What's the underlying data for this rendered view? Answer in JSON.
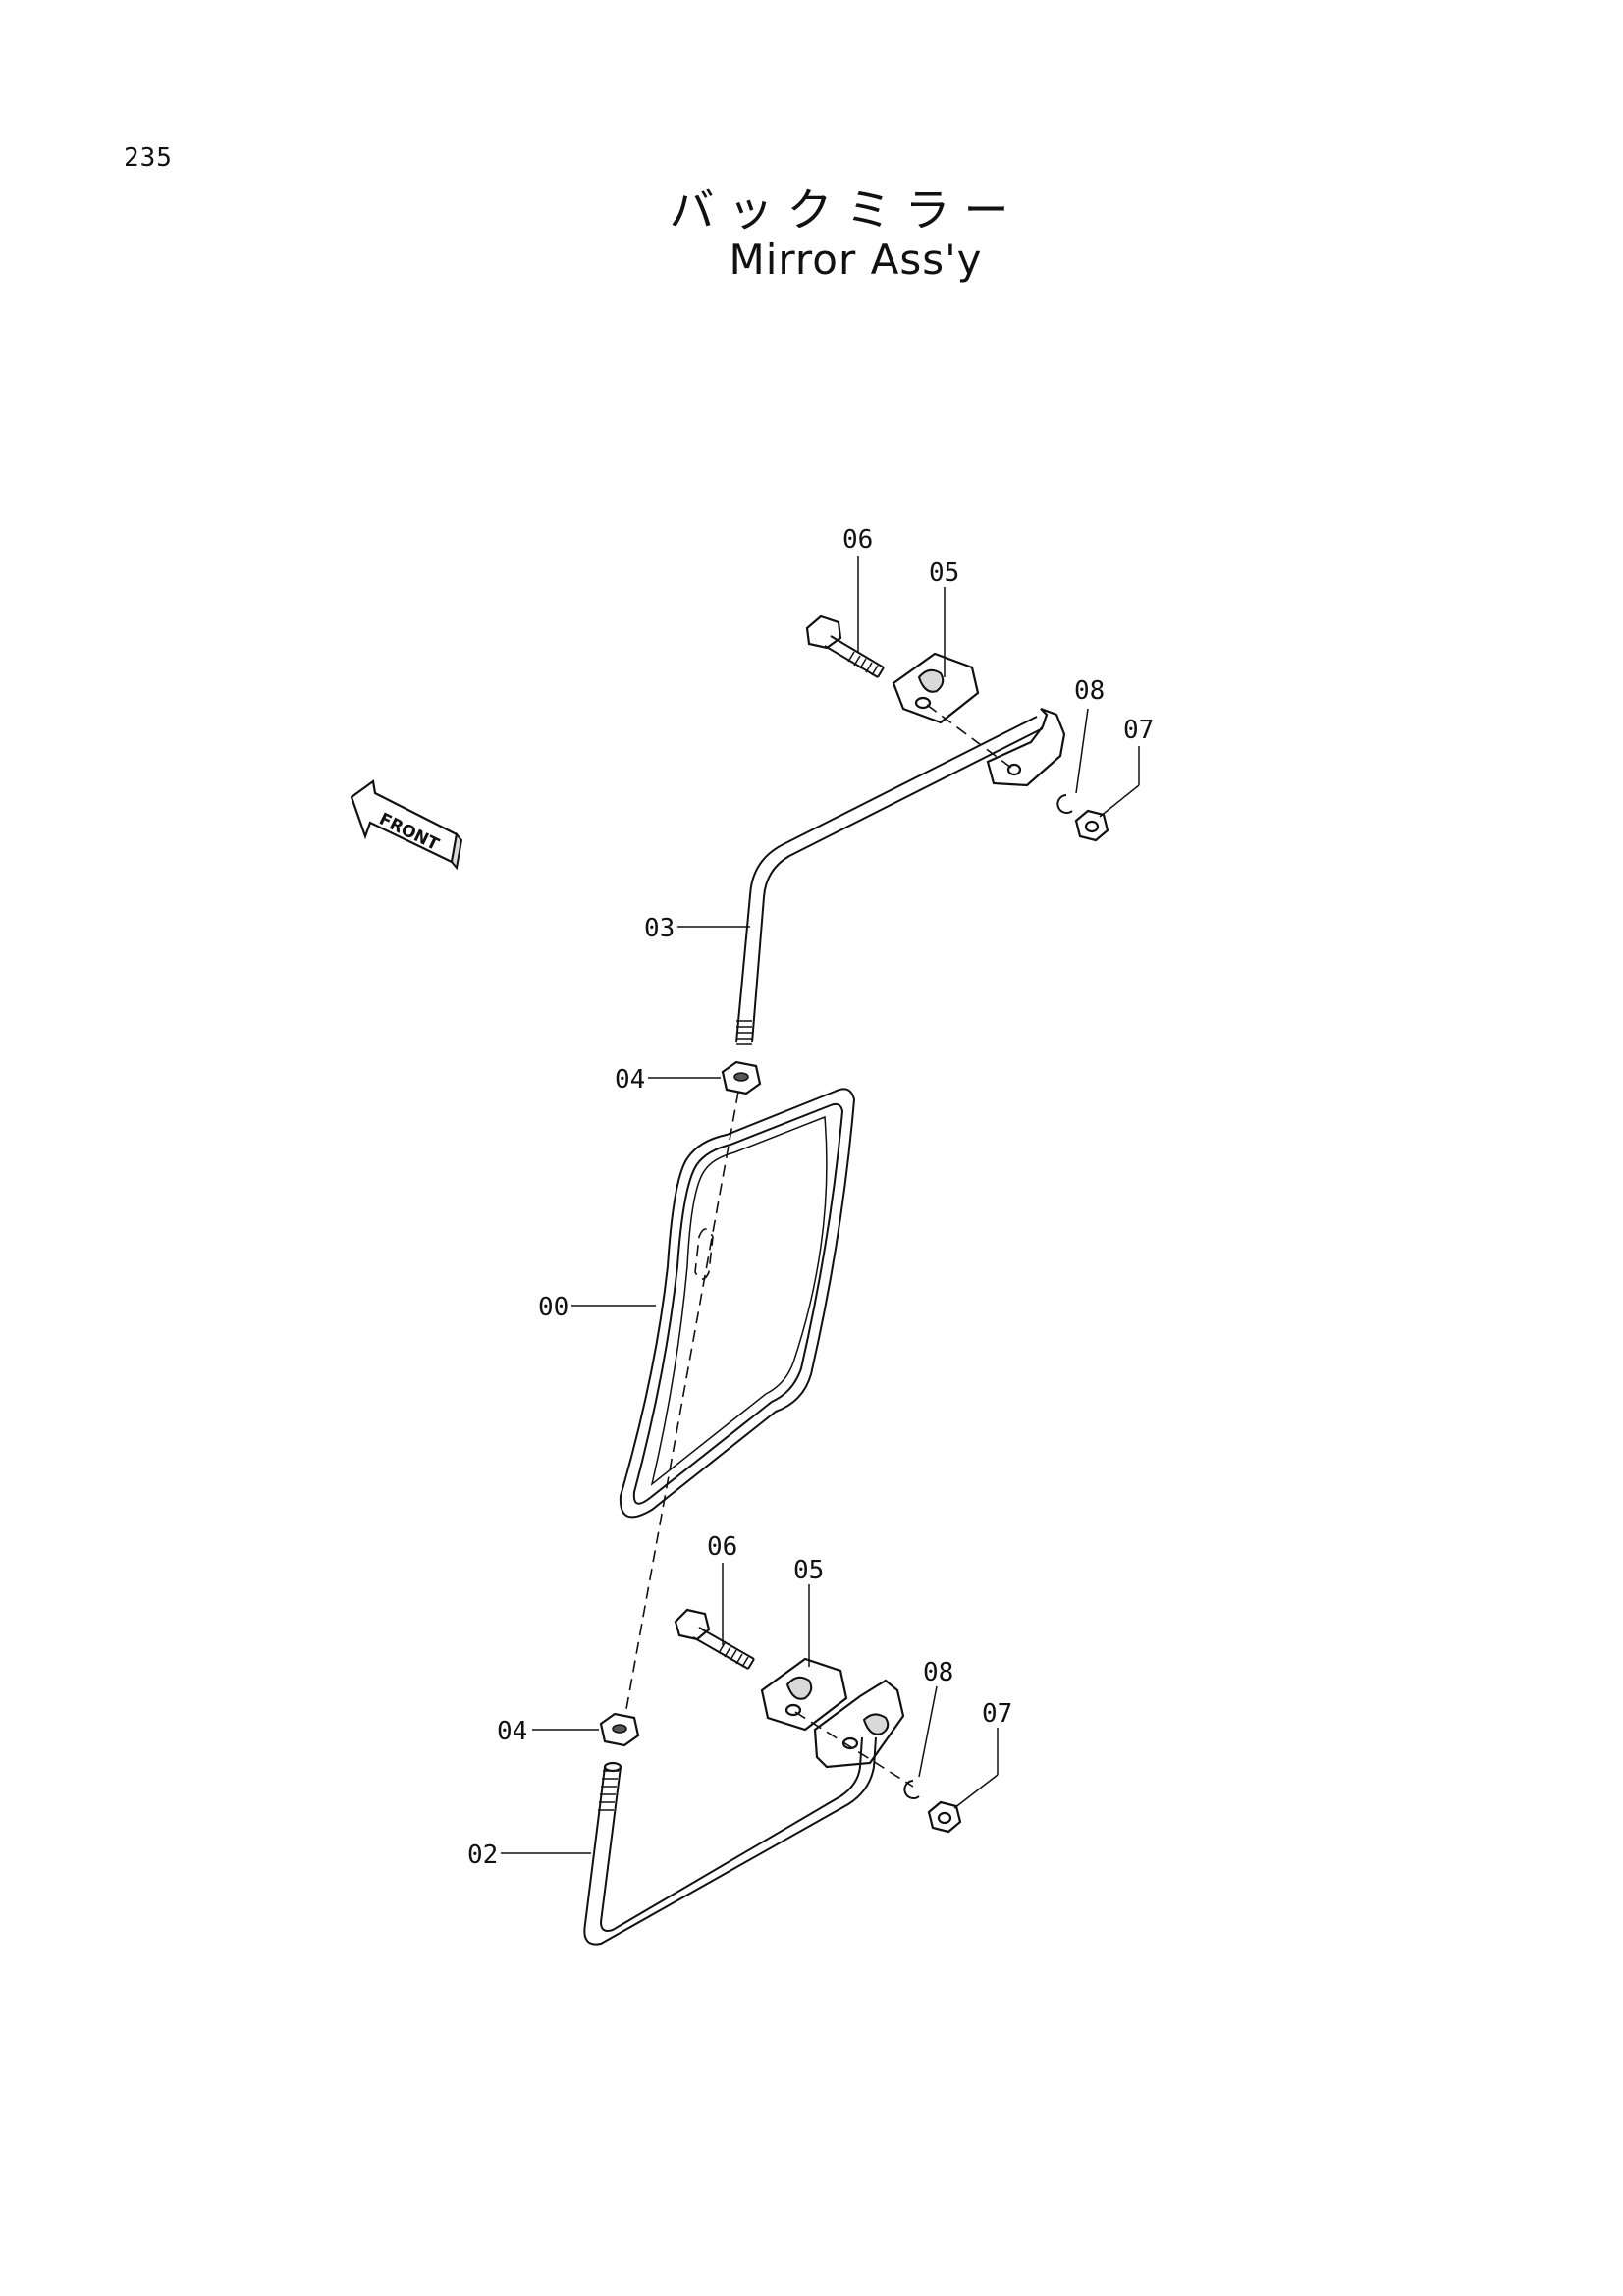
{
  "page_number": "235",
  "title_japanese": "バックミラー",
  "title_english": "Mirror Ass'y",
  "direction_label": "FRONT",
  "callouts": {
    "top_bolt": "06",
    "top_bracket": "05",
    "top_ring": "08",
    "top_nut": "07",
    "upper_rod": "03",
    "upper_nut": "04",
    "mirror": "00",
    "bottom_bolt": "06",
    "bottom_bracket": "05",
    "bottom_ring": "08",
    "bottom_nut": "07",
    "lower_nut": "04",
    "lower_rod": "02"
  }
}
